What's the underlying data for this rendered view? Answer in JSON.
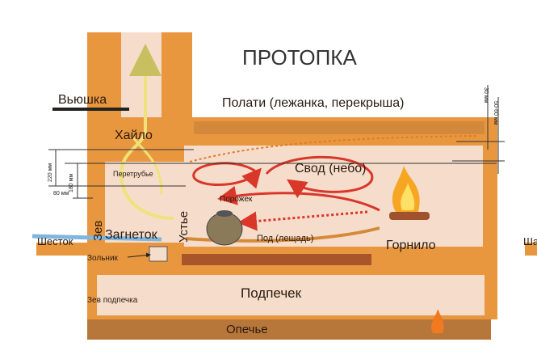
{
  "title": "ПРОТОПКА",
  "labels": {
    "vyushka": "Вьюшка",
    "polati": "Полати (лежанка, перекрыша)",
    "khailo": "Хайло",
    "peretrubye": "Перетрубье",
    "svod": "Свод (небо)",
    "porozhek": "Порожек",
    "ustye": "Устье",
    "zev": "Зев",
    "zagnetok": "Загнеток",
    "shestok": "Шесток",
    "shestok_right": "Ша",
    "zolnik": "Зольник",
    "pod": "Под (лещадь)",
    "gornilo": "Горнило",
    "podpechek": "Подпечек",
    "zev_podpechka": "Зев подпечка",
    "opechye": "Опечье"
  },
  "dimensions": {
    "d30": "30 мм",
    "d50_60": "50-60 мм",
    "d220": "220 мм",
    "d180": "180 мм",
    "d80": "80 мм"
  },
  "colors": {
    "brick": "#E9973F",
    "inner": "#F6DDCB",
    "base": "#B8773A",
    "smoke": "#D9372A",
    "air": "#7FB6E0",
    "warm": "#EFE27A"
  }
}
